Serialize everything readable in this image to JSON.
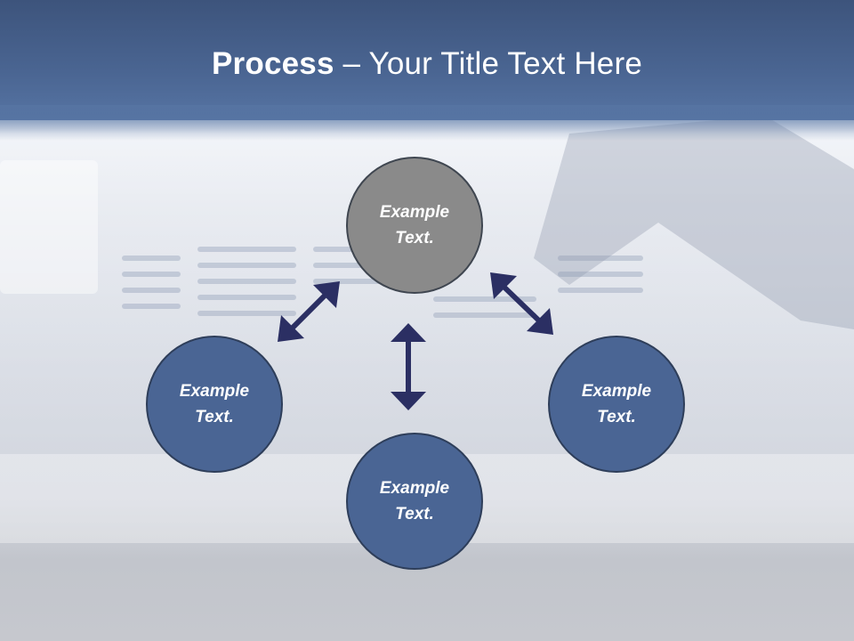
{
  "title": {
    "bold": "Process",
    "rest": " – Your Title Text Here"
  },
  "nodes": {
    "top": {
      "text": "Example\nText."
    },
    "left": {
      "text": "Example\nText."
    },
    "bottom": {
      "text": "Example\nText."
    },
    "right": {
      "text": "Example\nText."
    }
  },
  "colors": {
    "node_fill": "#4a6594",
    "center_fill": "#8a8a8a",
    "arrow": "#2b2f63",
    "title_band": "#4a6592"
  }
}
